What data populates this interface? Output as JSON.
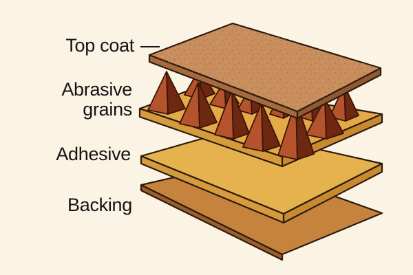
{
  "labels": {
    "top_coat": "Top coat",
    "abrasive_line1": "Abrasive",
    "abrasive_line2": "grains",
    "adhesive": "Adhesive",
    "backing": "Backing"
  },
  "colors": {
    "background": "#fbf3e4",
    "top_coat": "#c98e5e",
    "top_coat_speckle": "#a86c43",
    "grain_light": "#b5532c",
    "grain_dark": "#6e2812",
    "grain_outline": "#3a1509",
    "adhesive": "#e6b24e",
    "adhesive_grain_layer": "#e4aa47",
    "backing": "#c6833e",
    "outline": "#2b1a0e"
  }
}
